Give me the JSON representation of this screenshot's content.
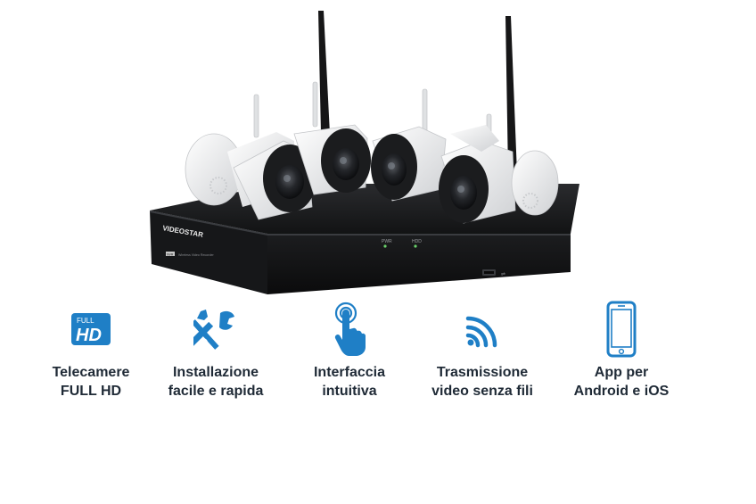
{
  "product": {
    "brand_label": "VIDEOSTAR",
    "front_small_label": "Wireless Video Recorder",
    "model_tag": "NVR",
    "led_labels": [
      "PWR",
      "HDD"
    ]
  },
  "features": [
    {
      "icon": "full-hd-icon",
      "badge_top": "FULL",
      "badge_main": "HD",
      "line1": "Telecamere",
      "line2": "FULL HD"
    },
    {
      "icon": "tools-icon",
      "line1": "Installazione",
      "line2": "facile e rapida"
    },
    {
      "icon": "touch-hand-icon",
      "line1": "Interfaccia",
      "line2": "intuitiva"
    },
    {
      "icon": "wifi-signal-icon",
      "line1": "Trasmissione",
      "line2": "video senza fili"
    },
    {
      "icon": "smartphone-icon",
      "line1": "App per",
      "line2": "Android e iOS"
    }
  ],
  "colors": {
    "icon_blue": "#1f7fc6",
    "text": "#1f2a36",
    "recorder": "#1a1b1d"
  }
}
